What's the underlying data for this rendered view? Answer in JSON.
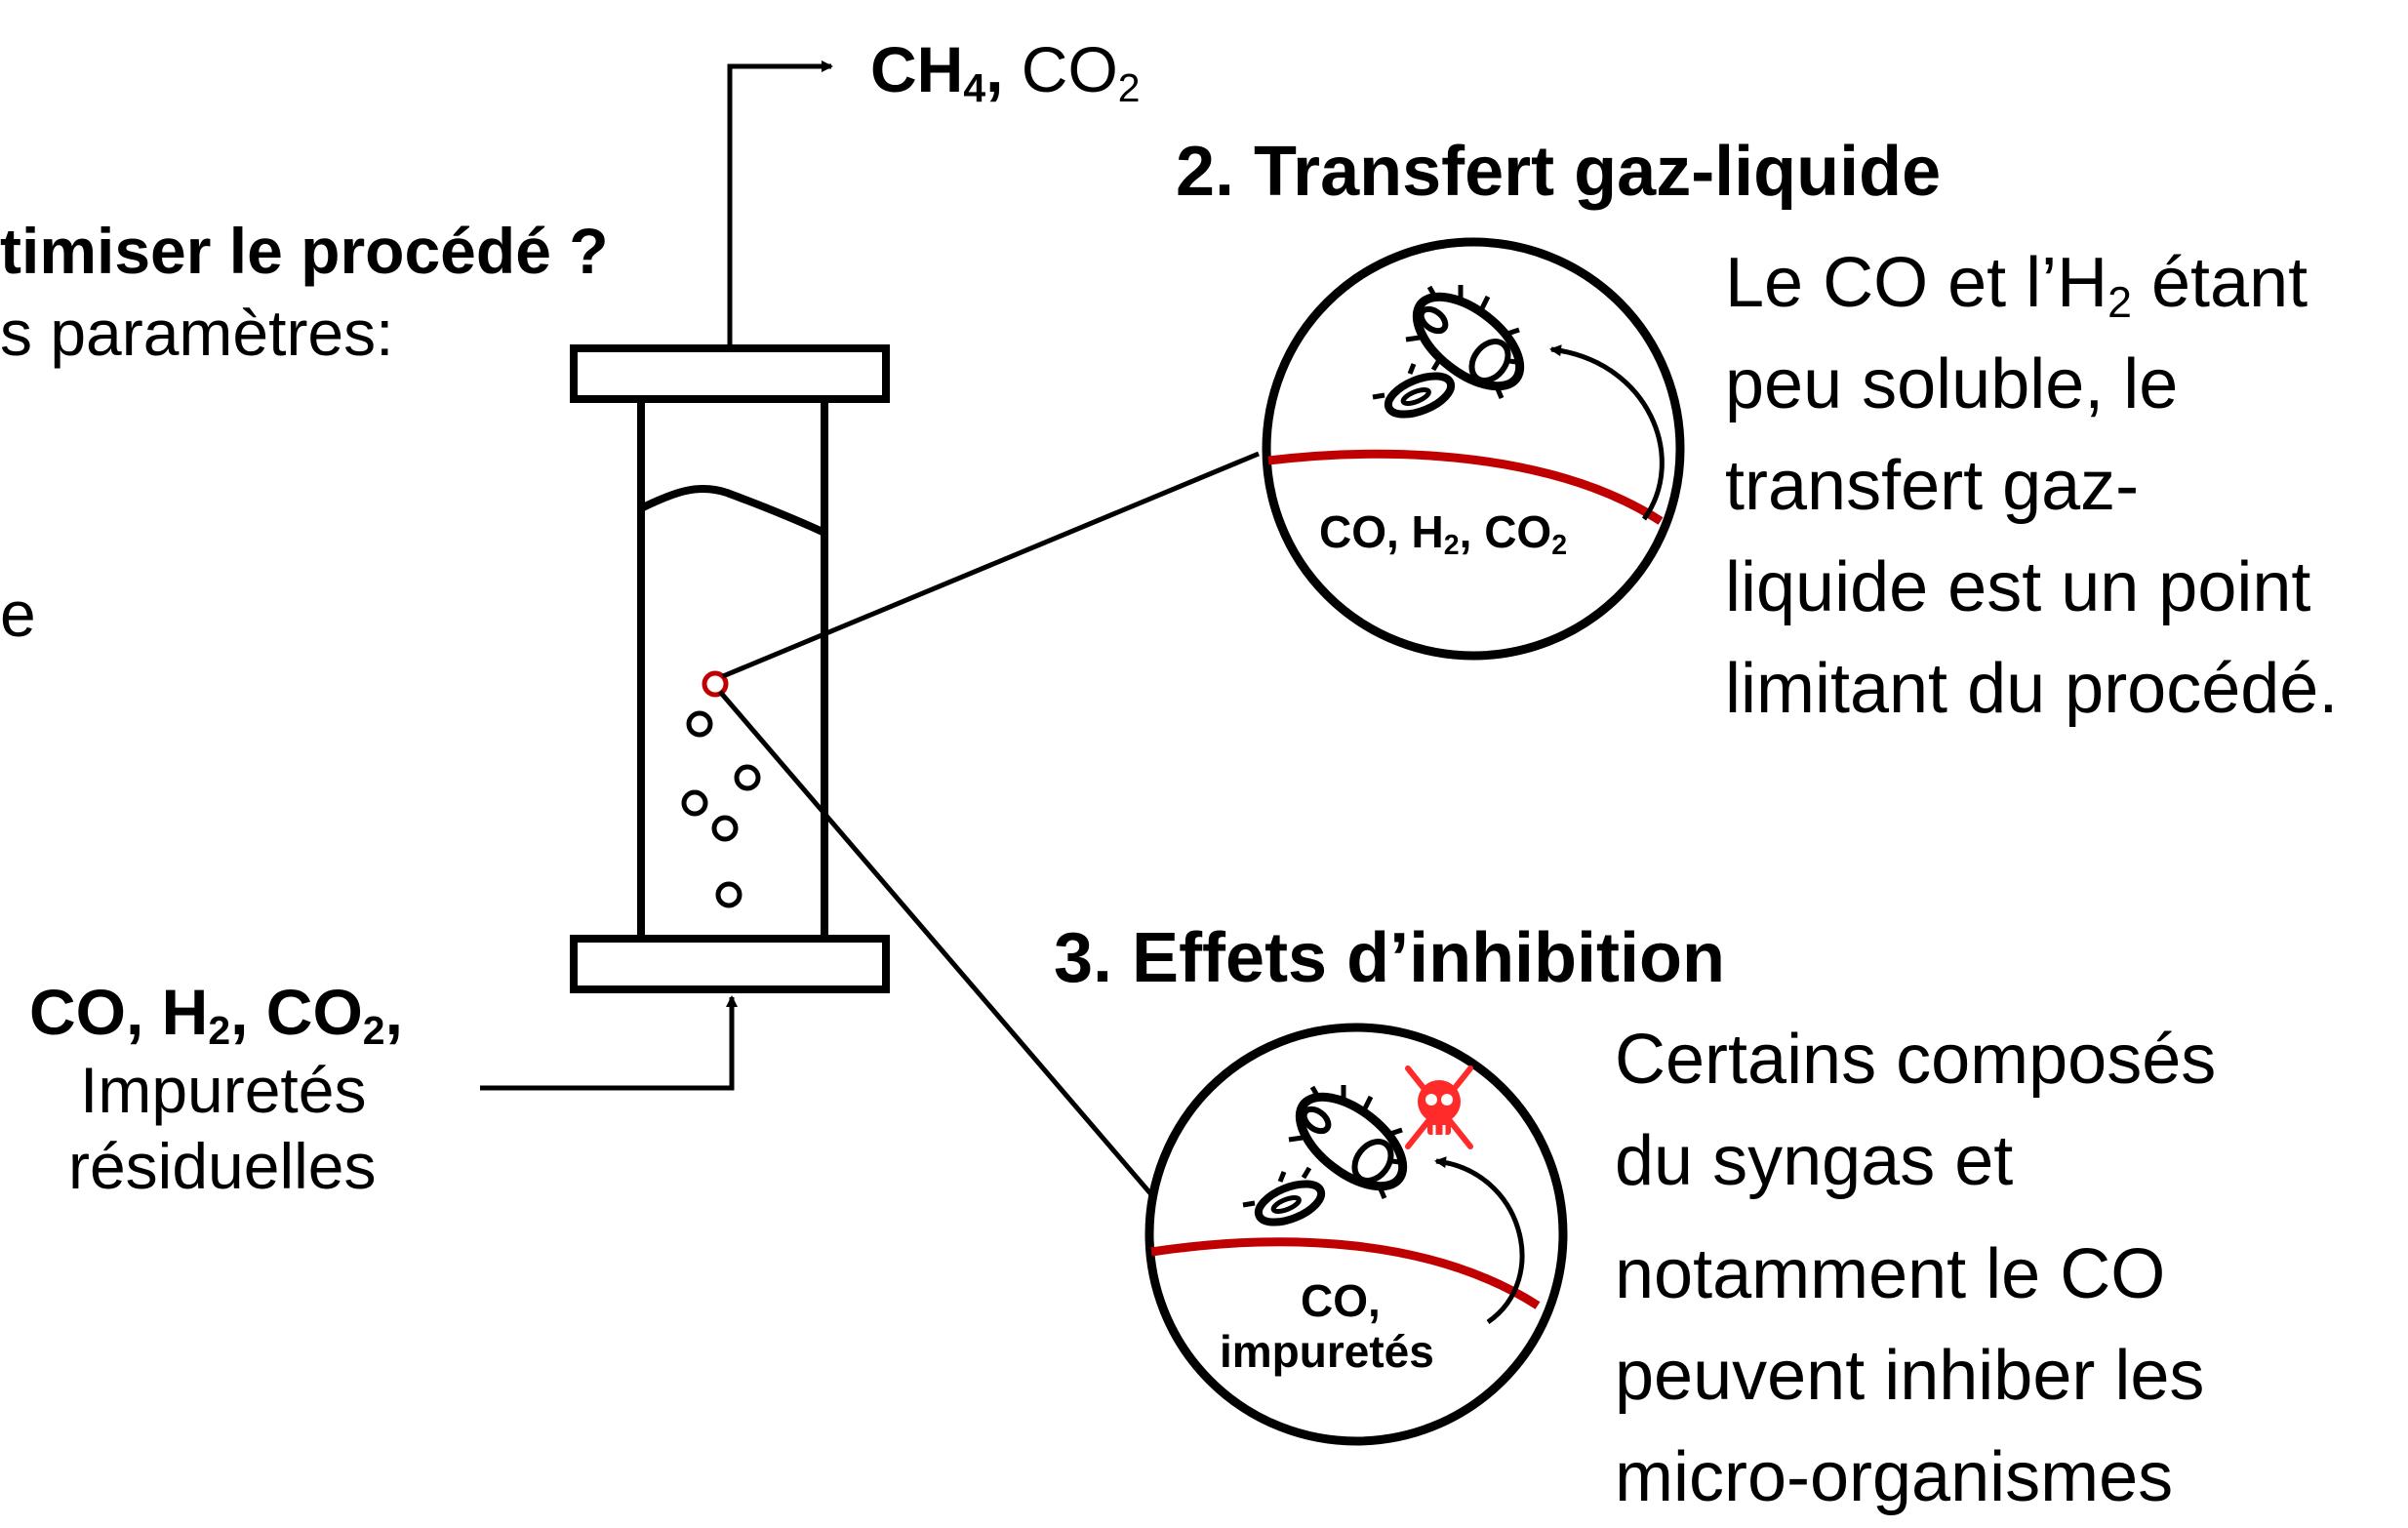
{
  "left_panel": {
    "question": "timiser le procédé ?",
    "params_line": "s paramètres:",
    "partial_char": "e"
  },
  "outlet": {
    "main": "CH",
    "main_sub": "4",
    "main_tail": ",",
    "second": "CO",
    "second_sub": "2"
  },
  "inlet": {
    "line1_a": "CO, H",
    "line1_sub1": "2",
    "line1_b": ", CO",
    "line1_sub2": "2",
    "line1_c": ",",
    "line2": "Impuretés",
    "line3": "résiduelles"
  },
  "section2": {
    "title": "2. Transfert gaz-liquide",
    "circle_label_a": "CO, H",
    "circle_label_sub1": "2",
    "circle_label_b": ", CO",
    "circle_label_sub2": "2",
    "text_line1_a": "Le CO et l’H",
    "text_line1_sub": "2",
    "text_line1_b": " étant",
    "text_line2": "peu soluble, le",
    "text_line3": "transfert gaz-",
    "text_line4": "liquide est un point",
    "text_line5": "limitant du procédé."
  },
  "section3": {
    "title": "3. Effets d’inhibition",
    "circle_label_line1": "CO,",
    "circle_label_line2": "impuretés",
    "text_line1": "Certains composés",
    "text_line2": "du syngas et",
    "text_line3": "notamment le CO",
    "text_line4": "peuvent inhiber les",
    "text_line5": "micro-organismes"
  },
  "colors": {
    "ink": "#000000",
    "accent_red": "#c00000",
    "toxic_red": "#ff2a2a",
    "background": "#ffffff"
  }
}
